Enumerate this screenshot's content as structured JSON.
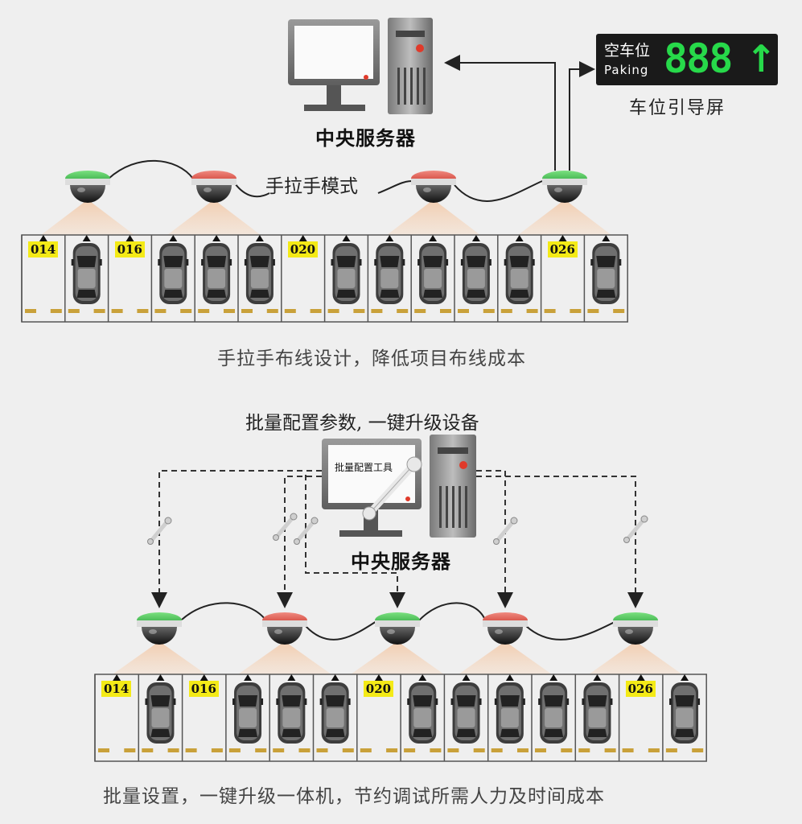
{
  "top": {
    "server_label": "中央服务器",
    "mode_label": "手拉手模式",
    "screen_label": "车位引导屏",
    "led": {
      "line1": "空车位",
      "line2": "Paking",
      "digits": "888",
      "arrow": "↑"
    },
    "caption": "手拉手布线设计，降低项目布线成本",
    "sensor_colors": [
      "green",
      "red",
      "red",
      "green"
    ],
    "slots": [
      {
        "label": "014",
        "occupied": false
      },
      {
        "label": "",
        "occupied": true
      },
      {
        "label": "016",
        "occupied": false
      },
      {
        "label": "",
        "occupied": true
      },
      {
        "label": "",
        "occupied": true
      },
      {
        "label": "",
        "occupied": true
      },
      {
        "label": "020",
        "occupied": false
      },
      {
        "label": "",
        "occupied": true
      },
      {
        "label": "",
        "occupied": true
      },
      {
        "label": "",
        "occupied": true
      },
      {
        "label": "",
        "occupied": true
      },
      {
        "label": "",
        "occupied": true
      },
      {
        "label": "026",
        "occupied": false
      },
      {
        "label": "",
        "occupied": true
      }
    ]
  },
  "bottom": {
    "title": "批量配置参数, 一键升级设备",
    "tool_label": "批量配置工具",
    "server_label": "中央服务器",
    "caption": "批量设置，一键升级一体机，节约调试所需人力及时间成本",
    "sensor_colors": [
      "green",
      "red",
      "green",
      "red",
      "green"
    ],
    "slots": [
      {
        "label": "014",
        "occupied": false
      },
      {
        "label": "",
        "occupied": true
      },
      {
        "label": "016",
        "occupied": false
      },
      {
        "label": "",
        "occupied": true
      },
      {
        "label": "",
        "occupied": true
      },
      {
        "label": "",
        "occupied": true
      },
      {
        "label": "020",
        "occupied": false
      },
      {
        "label": "",
        "occupied": true
      },
      {
        "label": "",
        "occupied": true
      },
      {
        "label": "",
        "occupied": true
      },
      {
        "label": "",
        "occupied": true
      },
      {
        "label": "",
        "occupied": true
      },
      {
        "label": "026",
        "occupied": false
      },
      {
        "label": "",
        "occupied": true
      }
    ]
  },
  "colors": {
    "led_green": "#27d94a",
    "badge_yellow": "#f4ea17",
    "sensor_green": "#2fbf4a",
    "sensor_red": "#e0463c",
    "server_red": "#e03a2a"
  }
}
